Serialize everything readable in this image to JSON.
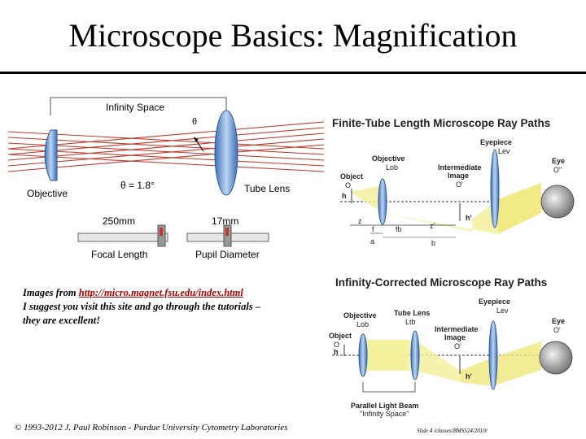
{
  "title": "Microscope Basics: Magnification",
  "left_diagram": {
    "infinity_space": "Infinity Space",
    "theta": "θ",
    "theta_value": "θ = 1.8°",
    "objective": "Objective",
    "tube_lens": "Tube Lens",
    "focal_length_value": "250mm",
    "focal_length_label": "Focal Length",
    "pupil_value": "17mm",
    "pupil_label": "Pupil Diameter"
  },
  "finite_diagram": {
    "heading": "Finite-Tube Length Microscope Ray Paths",
    "eyepiece": "Eyepiece",
    "eyepiece_sub": "Lev",
    "objective": "Objective",
    "objective_sub": "Lob",
    "intermediate": "Intermediate",
    "image": "Image",
    "image_sym": "O'",
    "object": "Object",
    "object_sym": "O",
    "eye": "Eye",
    "eye_sym": "O\"",
    "h_label": "h",
    "h2_label": "h'",
    "z": "z",
    "f": "f",
    "fb": "fb",
    "zp": "z'",
    "a": "a",
    "b": "b"
  },
  "infinity_diagram": {
    "heading": "Infinity-Corrected Microscope Ray Paths",
    "eyepiece": "Eyepiece",
    "eyepiece_sub": "Lev",
    "tube_lens": "Tube Lens",
    "tube_sub": "Ltb",
    "objective": "Objective",
    "objective_sub": "Lob",
    "intermediate": "Intermediate",
    "image": "Image",
    "image_sym": "O'",
    "object": "Object",
    "object_sym": "O",
    "eye": "Eye",
    "eye_sym": "O'",
    "h_label": "h",
    "h2_label": "h'",
    "beam1": "Parallel Light Beam",
    "beam2": "\"Infinity Space\""
  },
  "note": {
    "prefix": "Images from ",
    "link": "http://micro.magnet.fsu.edu/index.html",
    "line2": "I suggest you visit this site and go through the tutorials –",
    "line3": "they are excellent!"
  },
  "footer": "© 1993-2012 J. Paul Robinson - Purdue University Cytometry Laboratories",
  "slide": "Slide 4 /classes/BMS524/2010/",
  "colors": {
    "ray": "#c0392b",
    "lens": "#6a9ed6",
    "beam": "#f3ef9a",
    "gray": "#888888"
  }
}
